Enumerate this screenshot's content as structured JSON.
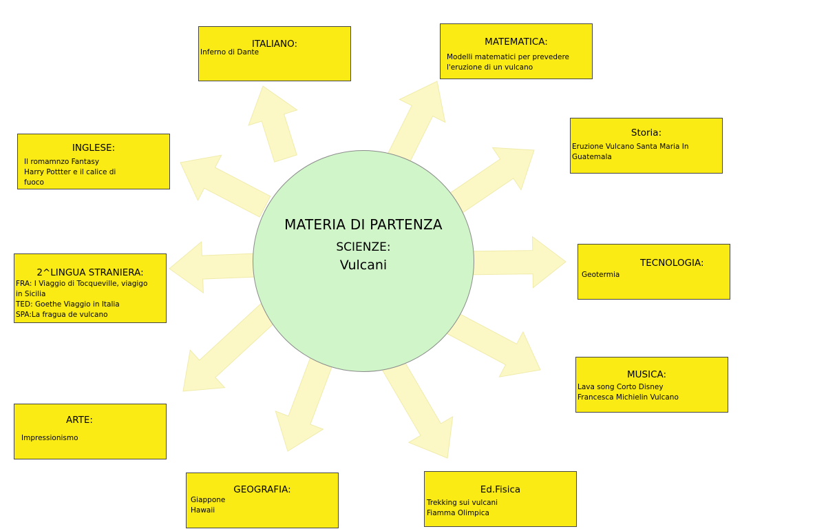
{
  "center": {
    "title": "MATERIA DI PARTENZA",
    "subject": "SCIENZE:",
    "topic": "Vulcani"
  },
  "boxes": {
    "italiano": {
      "title": "ITALIANO:",
      "lines": [
        "Inferno di Dante"
      ]
    },
    "matematica": {
      "title": "MATEMATICA:",
      "lines": [
        "Modelli matematici per prevedere",
        "l'eruzione di un vulcano"
      ]
    },
    "storia": {
      "title": "Storia:",
      "lines": [
        "Eruzione Vulcano Santa Maria In",
        "Guatemala"
      ]
    },
    "tecnologia": {
      "title": "TECNOLOGIA:",
      "lines": [
        "Geotermia"
      ]
    },
    "musica": {
      "title": "MUSICA:",
      "lines": [
        "Lava song Corto Disney",
        "Francesca Michielin Vulcano"
      ]
    },
    "edfisica": {
      "title": "Ed.Fisica",
      "lines": [
        "Trekking sui vulcani",
        "Fiamma Olimpica"
      ]
    },
    "geografia": {
      "title": "GEOGRAFIA:",
      "lines": [
        "Giappone",
        "Hawaii"
      ]
    },
    "arte": {
      "title": "ARTE:",
      "lines": [
        "Impressionismo"
      ]
    },
    "lingua2": {
      "title": "2^LINGUA STRANIERA:",
      "lines": [
        "FRA: I Viaggio di Tocqueville, viagigo",
        "in Sicilia",
        "TED: Goethe Viaggio in Italia",
        "SPA:La fragua de vulcano"
      ]
    },
    "inglese": {
      "title": "INGLESE:",
      "lines": [
        "Il romamnzo Fantasy",
        "Harry Pottter e il calice di",
        "fuoco"
      ]
    }
  },
  "colors": {
    "box_fill": "#fbeb14",
    "center_fill": "#cff5c8",
    "arrow_fill": "#fbf8c6"
  }
}
